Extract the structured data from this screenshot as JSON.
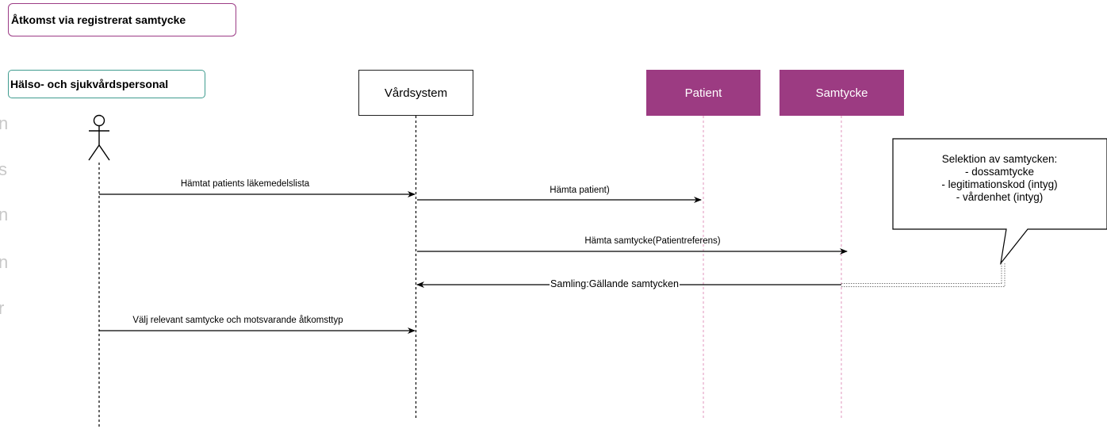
{
  "title": "Åtkomst via registrerat samtycke",
  "actor_label": "Hälso- och sjukvårdspersonal",
  "participants": {
    "vardsystem": "Vårdsystem",
    "patient": "Patient",
    "samtycke": "Samtycke"
  },
  "messages": {
    "m1": "Hämtat patients läkemedelslista",
    "m2": "Hämta patient)",
    "m3": "Hämta samtycke(Patientreferens)",
    "m4": "Samling:Gällande samtycken",
    "m5": "Välj relevant samtycke och motsvarande åtkomsttyp"
  },
  "note": {
    "line1": "Selektion av samtycken:",
    "line2": "- dossamtycke",
    "line3": "- legitimationskod (intyg)",
    "line4": "- vårdenhet (intyg)"
  },
  "ghost_chars": [
    "n",
    "s",
    "n",
    "n",
    "r"
  ],
  "colors": {
    "purple": "#9c3b82",
    "teal": "#3f9c8f",
    "title_border": "#9c3c86"
  }
}
